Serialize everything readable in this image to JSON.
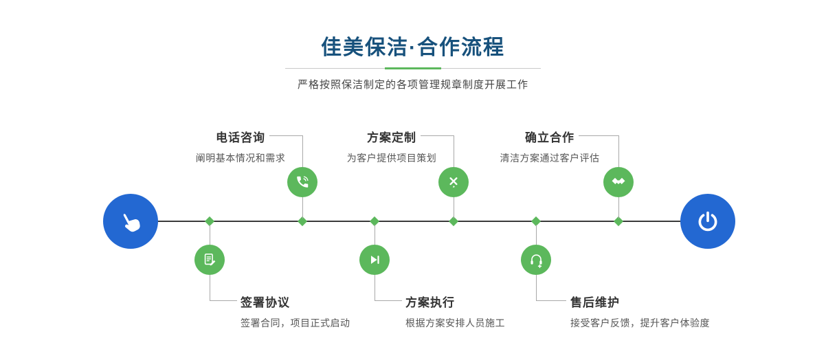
{
  "header": {
    "title": "佳美保洁·合作流程",
    "subtitle": "严格按照保洁制定的各项管理规章制度开展工作"
  },
  "colors": {
    "navy": "#17517c",
    "green": "#5cb85c",
    "blue": "#2368d2",
    "line_dark": "#3a3a3a",
    "connector": "#a8a8a8",
    "title_text": "#333333",
    "desc_text": "#555555"
  },
  "timeline": {
    "start_icon": "hand-pointer-icon",
    "end_icon": "power-icon"
  },
  "steps_top": [
    {
      "title": "电话咨询",
      "desc": "阐明基本情况和需求",
      "icon": "phone-icon"
    },
    {
      "title": "方案定制",
      "desc": "为客户提供项目策划",
      "icon": "pen-tools-icon"
    },
    {
      "title": "确立合作",
      "desc": "清洁方案通过客户评估",
      "icon": "handshake-icon"
    }
  ],
  "steps_bottom": [
    {
      "title": "签署协议",
      "desc": "签署合同，项目正式启动",
      "icon": "contract-icon"
    },
    {
      "title": "方案执行",
      "desc": "根据方案安排人员施工",
      "icon": "play-next-icon"
    },
    {
      "title": "售后维护",
      "desc": "接受客户反馈，提升客户体验度",
      "icon": "headset-plus-icon"
    }
  ]
}
